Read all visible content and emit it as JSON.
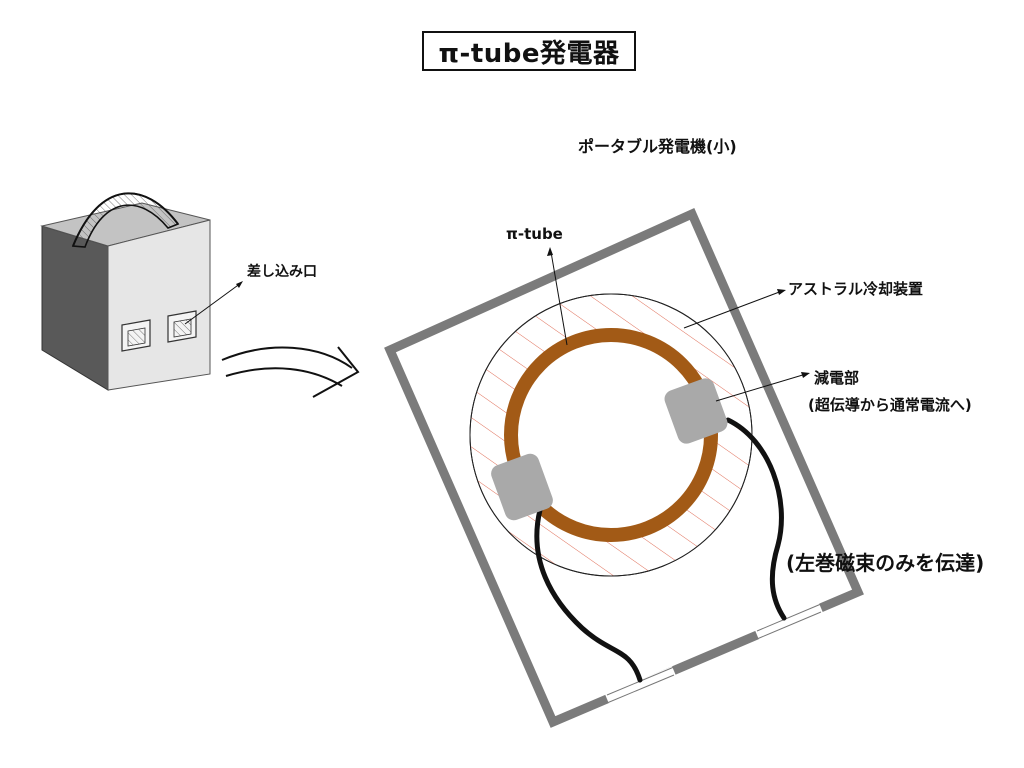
{
  "title": "π-tube発電器",
  "subtitle": "ポータブル発電機(小)",
  "labels": {
    "pi_tube": "π-tube",
    "outlet": "差し込み口",
    "astral_cooling": "アストラル冷却装置",
    "reduction_unit": "減電部",
    "reduction_note": "(超伝導から通常電流へ)",
    "flux_note": "(左巻磁束のみを伝達)"
  },
  "colors": {
    "tube_ring": "#a25a16",
    "frame": "#7b7b7b",
    "electrode": "#a9a9a9",
    "hatch": "#e0705a",
    "cube_dark": "#595959",
    "cube_top": "#c3c3c3",
    "cube_front": "#e6e6e6"
  },
  "icons": {
    "arrow": "curved-arrow-icon"
  }
}
